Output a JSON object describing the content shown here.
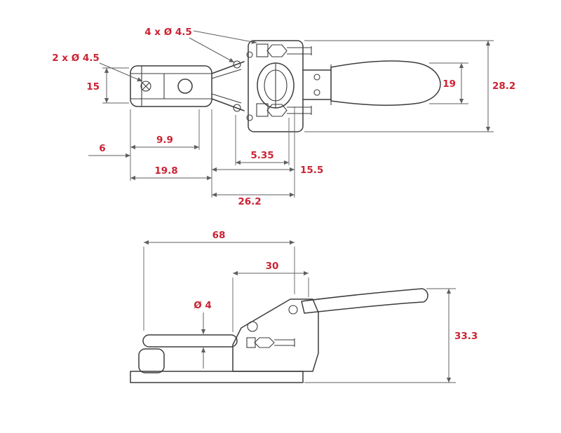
{
  "colors": {
    "label_color": "#cc2233",
    "line_color": "#3c3c3c",
    "dim_color": "#5f5f5f",
    "bg_color": "#ffffff"
  },
  "drawing": {
    "top_view": {
      "labels": {
        "four_holes": "4 x Ø 4.5",
        "two_holes": "2 x Ø 4.5",
        "height_15": "15",
        "width_6": "6",
        "width_9_9": "9.9",
        "width_5_35": "5.35",
        "width_15_5": "15.5",
        "width_19_8": "19.8",
        "width_26_2": "26.2",
        "height_19": "19",
        "height_28_2": "28.2"
      }
    },
    "side_view": {
      "labels": {
        "width_68": "68",
        "width_30": "30",
        "dia_4": "Ø 4",
        "height_33_3": "33.3"
      }
    }
  }
}
